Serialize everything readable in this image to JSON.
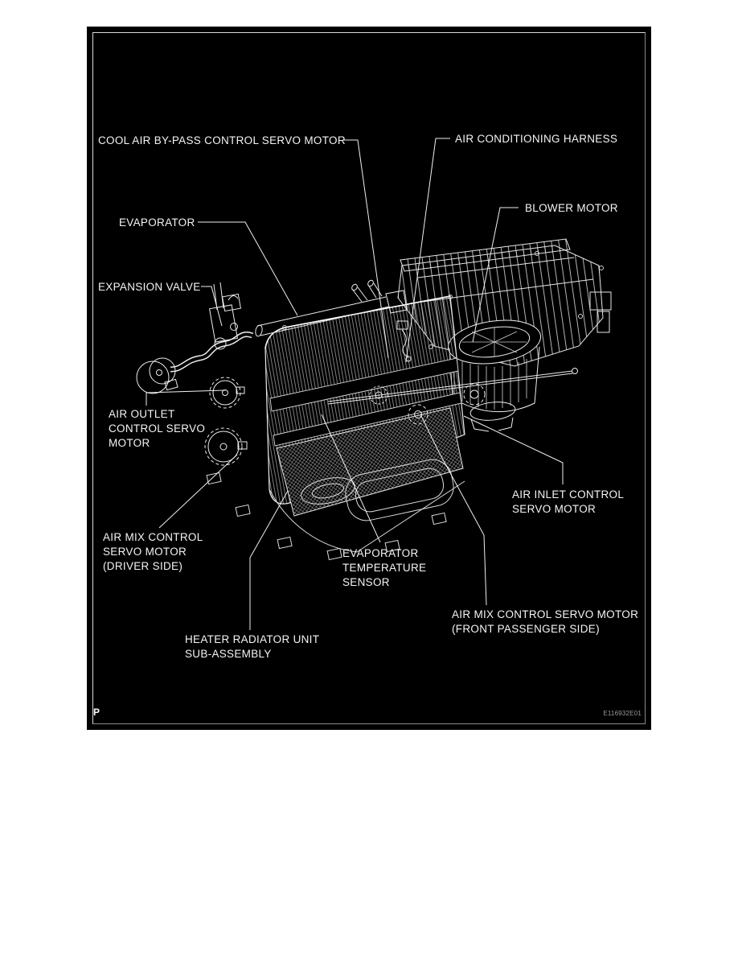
{
  "figure": {
    "page_marker": "P",
    "figure_code": "E116932E01",
    "labels": [
      {
        "id": "cool-air-bypass-servo",
        "lines": [
          "COOL AIR BY-PASS CONTROL SERVO MOTOR"
        ]
      },
      {
        "id": "air-conditioning-harness",
        "lines": [
          "AIR CONDITIONING HARNESS"
        ]
      },
      {
        "id": "evaporator",
        "lines": [
          "EVAPORATOR"
        ]
      },
      {
        "id": "blower-motor",
        "lines": [
          "BLOWER MOTOR"
        ]
      },
      {
        "id": "expansion-valve",
        "lines": [
          "EXPANSION VALVE"
        ]
      },
      {
        "id": "air-outlet-control-servo",
        "lines": [
          "AIR OUTLET",
          "CONTROL SERVO",
          "MOTOR"
        ]
      },
      {
        "id": "air-mix-control-servo-driver",
        "lines": [
          "AIR MIX CONTROL",
          "SERVO MOTOR",
          "(DRIVER SIDE)"
        ]
      },
      {
        "id": "evaporator-temperature-sensor",
        "lines": [
          "EVAPORATOR",
          "TEMPERATURE",
          "SENSOR"
        ]
      },
      {
        "id": "air-inlet-control-servo",
        "lines": [
          "AIR INLET CONTROL",
          "SERVO MOTOR"
        ]
      },
      {
        "id": "air-mix-control-servo-passenger",
        "lines": [
          "AIR MIX CONTROL SERVO MOTOR",
          "(FRONT PASSENGER SIDE)"
        ]
      },
      {
        "id": "heater-radiator-unit",
        "lines": [
          "HEATER RADIATOR UNIT",
          "SUB-ASSEMBLY"
        ]
      }
    ],
    "colors": {
      "page_background": "#ffffff",
      "panel_background": "#000000",
      "line_art": "#ededed",
      "label_text": "#f4f4f4",
      "figure_code_text": "#9b9b9b",
      "inner_border": "#a8a8a8"
    }
  }
}
